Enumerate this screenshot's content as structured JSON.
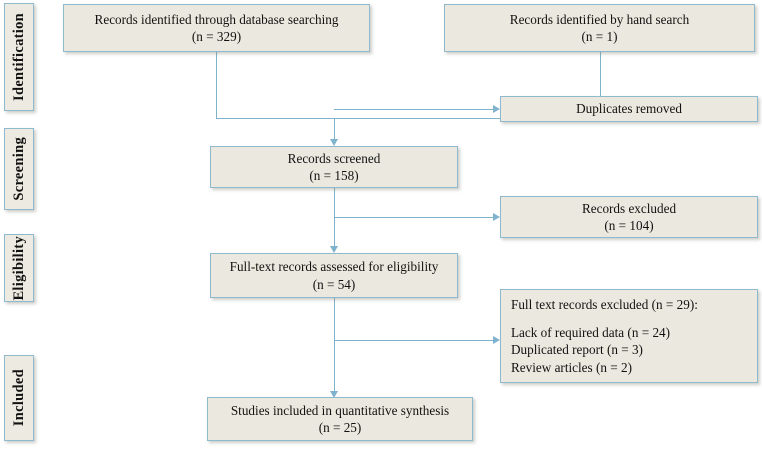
{
  "diagram": {
    "type": "prisma-flow-diagram",
    "colors": {
      "box_fill": "#EBE9DF",
      "box_border": "#8FB9CC",
      "connector": "#7FB2CC",
      "text": "#111111",
      "background": "#FFFFFF"
    },
    "phases": [
      {
        "label": "Identification"
      },
      {
        "label": "Screening"
      },
      {
        "label": "Eligibility"
      },
      {
        "label": "Included"
      }
    ],
    "boxes": {
      "database_search": {
        "line1": "Records identified through database searching",
        "line2": "(n = 329)"
      },
      "hand_search": {
        "line1": "Records identified by hand search",
        "line2": "(n = 1)"
      },
      "duplicates_removed": {
        "line1": "Duplicates removed"
      },
      "records_screened": {
        "line1": "Records screened",
        "line2": "(n = 158)"
      },
      "records_excluded": {
        "line1": "Records excluded",
        "line2": "(n = 104)"
      },
      "fulltext_assessed": {
        "line1": "Full-text records assessed for eligibility",
        "line2": "(n = 54)"
      },
      "fulltext_excluded": {
        "heading": "Full text records excluded (n = 29):",
        "reason1": "Lack of required data (n = 24)",
        "reason2": "Duplicated report (n = 3)",
        "reason3": "Review articles (n = 2)"
      },
      "studies_included": {
        "line1": "Studies included in quantitative synthesis",
        "line2": "(n = 25)"
      }
    }
  }
}
